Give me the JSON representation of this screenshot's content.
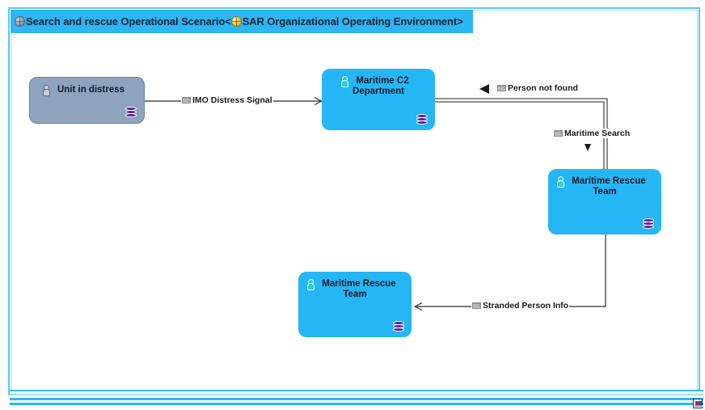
{
  "diagram": {
    "title_prefix": "Search and rescue Operational Scenario<",
    "title_suffix": "SAR Organizational Operating Environment>",
    "title_full": "Search and rescue Operational Scenario<SAR Organizational Operating Environment>",
    "scenario_icon": "globe-gray-icon",
    "environment_icon": "globe-yellow-icon",
    "accent_color": "#2cb6f3",
    "node_blue_color": "#25b6f5",
    "node_gray_color": "#8fa3bd",
    "connector_color": "#4d4d4d"
  },
  "nodes": [
    {
      "id": "unit-in-distress",
      "label": "Unit in distress",
      "label_line1": "Unit in distress",
      "label_line2": "",
      "fill": "gray",
      "actor_icon": "person-icon",
      "corner_icon": "layers-icon"
    },
    {
      "id": "maritime-c2-department",
      "label": "Maritime C2 Department",
      "label_line1": "Maritime C2",
      "label_line2": "Department",
      "fill": "blue",
      "actor_icon": "person-icon",
      "corner_icon": "layers-icon"
    },
    {
      "id": "maritime-rescue-team-right",
      "label": "Maritime Rescue Team",
      "label_line1": "Maritime Rescue",
      "label_line2": "Team",
      "fill": "blue",
      "actor_icon": "person-icon",
      "corner_icon": "layers-icon"
    },
    {
      "id": "maritime-rescue-team-bottom",
      "label": "Maritime Rescue Team",
      "label_line1": "Maritime Rescue",
      "label_line2": "Team",
      "fill": "blue",
      "actor_icon": "person-icon",
      "corner_icon": "layers-icon"
    }
  ],
  "flows": [
    {
      "id": "imo-distress-signal",
      "label": "IMO Distress Signal",
      "icon": "envelope-icon",
      "from": "unit-in-distress",
      "to": "maritime-c2-department"
    },
    {
      "id": "person-not-found",
      "label": "Person not found",
      "icon": "envelope-icon",
      "from": "maritime-rescue-team-right",
      "to": "maritime-c2-department"
    },
    {
      "id": "maritime-search",
      "label": "Maritime Search",
      "icon": "envelope-icon",
      "from": "maritime-c2-department",
      "to": "maritime-rescue-team-right"
    },
    {
      "id": "stranded-person-info",
      "label": "Stranded Person Info",
      "icon": "envelope-icon",
      "from": "maritime-rescue-team-right",
      "to": "maritime-rescue-team-bottom"
    }
  ],
  "corner_handle": {
    "icon": "resize-frame-icon"
  }
}
